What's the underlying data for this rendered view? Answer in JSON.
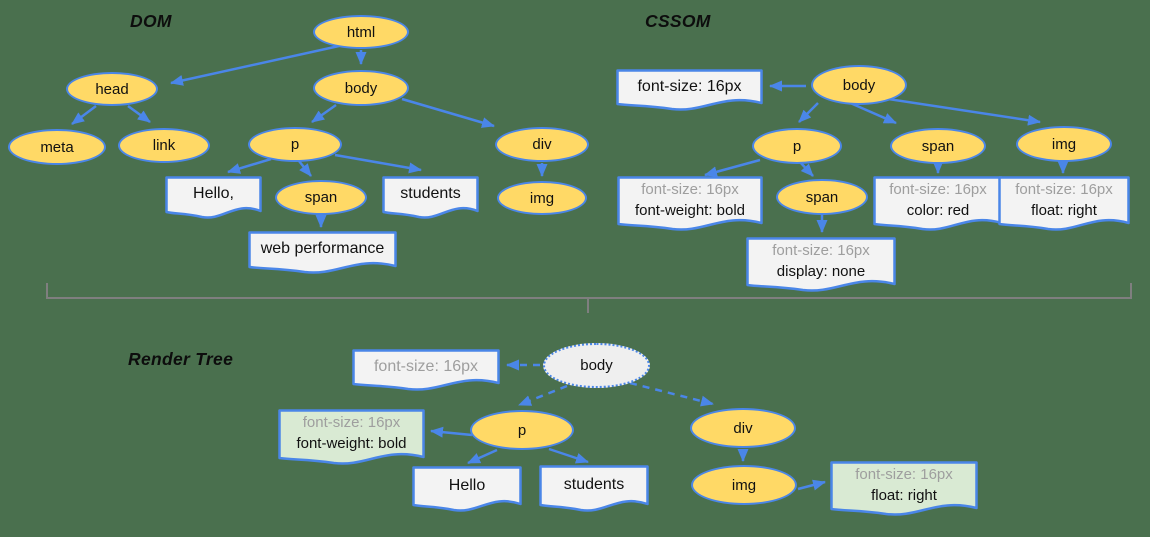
{
  "titles": {
    "dom": "DOM",
    "cssom": "CSSOM",
    "render": "Render Tree"
  },
  "dom": {
    "html": "html",
    "head": "head",
    "body": "body",
    "meta": "meta",
    "link": "link",
    "p": "p",
    "div": "div",
    "span": "span",
    "img": "img",
    "text_hello": "Hello,",
    "text_students": "students",
    "text_web_performance": "web performance"
  },
  "cssom": {
    "body": "body",
    "p": "p",
    "span": "span",
    "img": "img",
    "span_child": "span",
    "body_rule": "font-size: 16px",
    "p_rule_1": "font-size: 16px",
    "p_rule_2": "font-weight: bold",
    "span_rule_1": "font-size: 16px",
    "span_rule_2": "color: red",
    "img_rule_1": "font-size: 16px",
    "img_rule_2": "float: right",
    "span_child_rule_1": "font-size: 16px",
    "span_child_rule_2": "display: none"
  },
  "render": {
    "body": "body",
    "p": "p",
    "div": "div",
    "img": "img",
    "text_hello": "Hello",
    "text_students": "students",
    "body_rule": "font-size: 16px",
    "p_rule_1": "font-size: 16px",
    "p_rule_2": "font-weight: bold",
    "img_rule_1": "font-size: 16px",
    "img_rule_2": "float: right"
  },
  "colors": {
    "background": "#4A704E",
    "node_fill": "#FFD966",
    "stroke": "#4A86E8",
    "doc_fill": "#F3F3F3",
    "render_doc_fill": "#D9EAD3",
    "render_root_fill": "#EFEFEF",
    "muted_text": "#9E9E9E",
    "text": "#111111",
    "brace": "#7F7F7F"
  }
}
